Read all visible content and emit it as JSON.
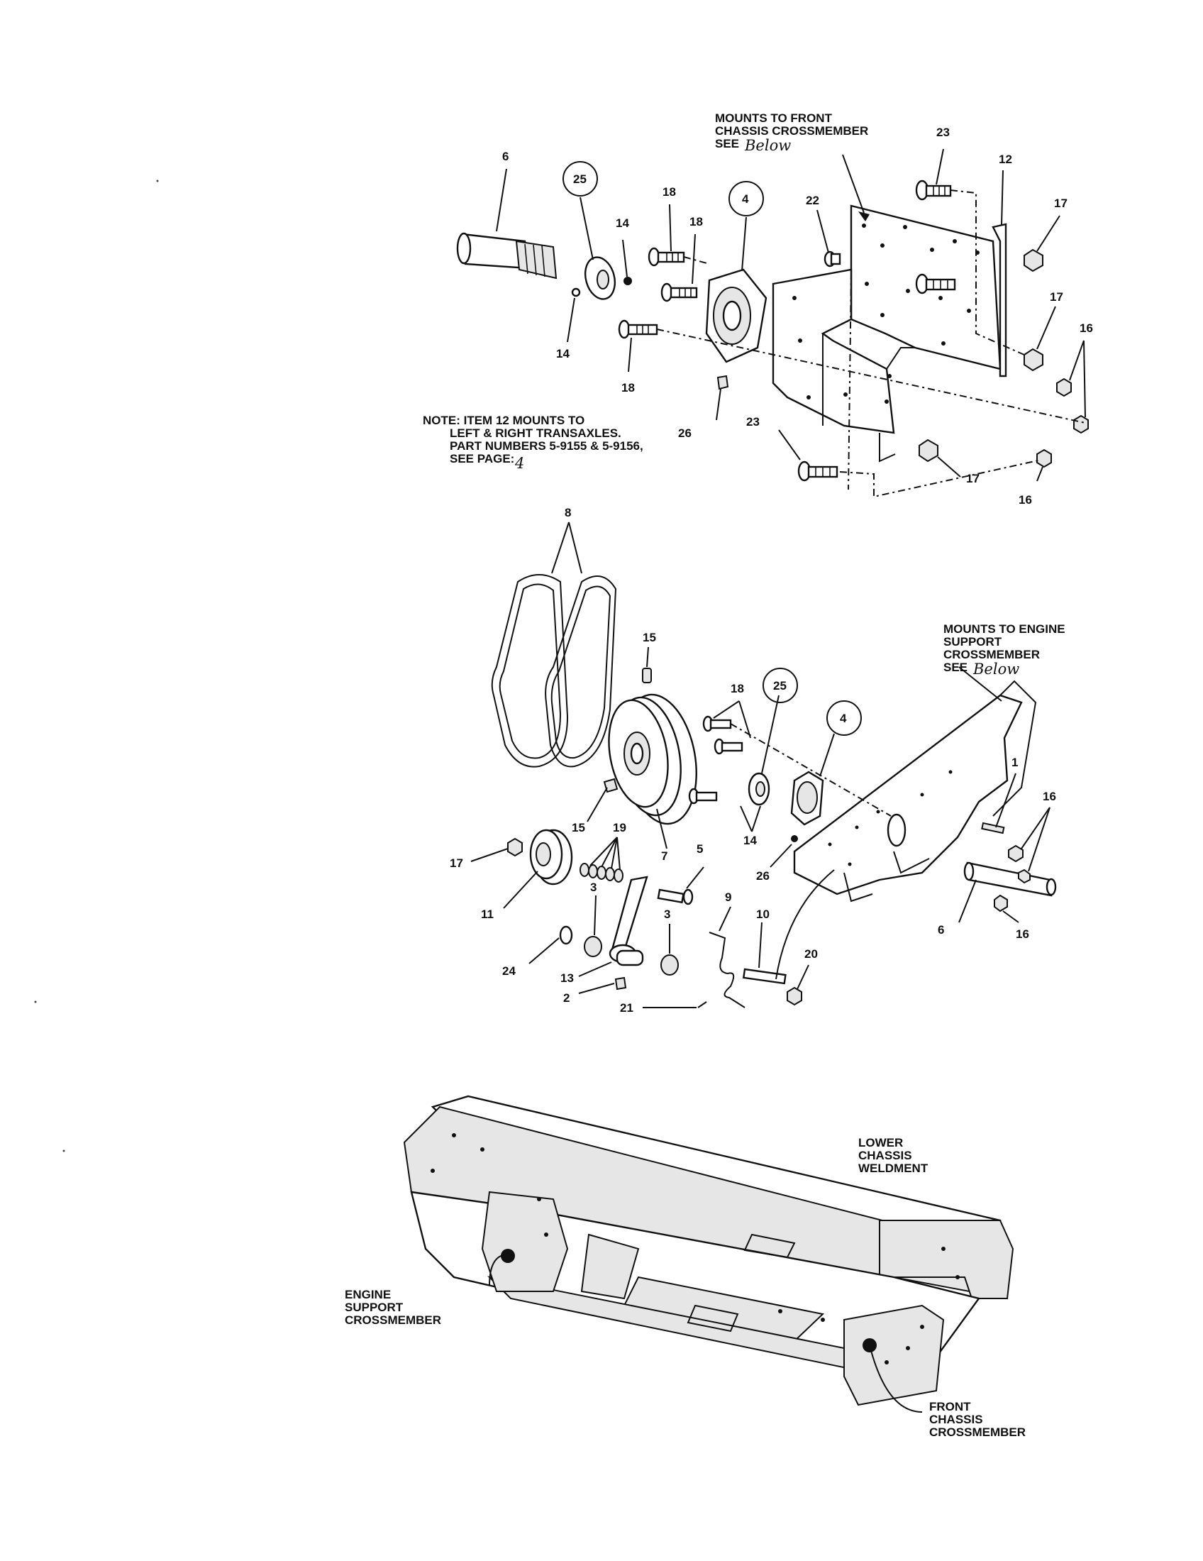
{
  "callouts": {
    "top_front_mount": [
      "MOUNTS TO FRONT",
      "CHASSIS CROSSMEMBER",
      "SEE "
    ],
    "top_front_mount_handwritten": "Below",
    "note_item12": [
      "NOTE: ITEM 12 MOUNTS TO",
      "LEFT & RIGHT TRANSAXLES.",
      "PART NUMBERS 5-9155 & 5-9156,",
      "SEE PAGE: "
    ],
    "note_page_handwritten": "4",
    "engine_mount": [
      "MOUNTS TO ENGINE",
      "SUPPORT",
      "CROSSMEMBER",
      "SEE "
    ],
    "engine_mount_handwritten": "Below",
    "lower_chassis": [
      "LOWER",
      "CHASSIS",
      "WELDMENT"
    ],
    "engine_support": [
      "ENGINE",
      "SUPPORT",
      "CROSSMEMBER"
    ],
    "front_chassis": [
      "FRONT",
      "CHASSIS",
      "CROSSMEMBER"
    ]
  },
  "top_assembly_labels": [
    "6",
    "25",
    "14",
    "14",
    "18",
    "18",
    "18",
    "4",
    "22",
    "23",
    "12",
    "17",
    "17",
    "16",
    "26",
    "23",
    "17",
    "16"
  ],
  "middle_assembly_labels": [
    "8",
    "15",
    "18",
    "25",
    "4",
    "15",
    "14",
    "26",
    "1",
    "16",
    "16",
    "6",
    "17",
    "19",
    "7",
    "5",
    "11",
    "3",
    "3",
    "9",
    "10",
    "20",
    "24",
    "13",
    "2",
    "21"
  ]
}
